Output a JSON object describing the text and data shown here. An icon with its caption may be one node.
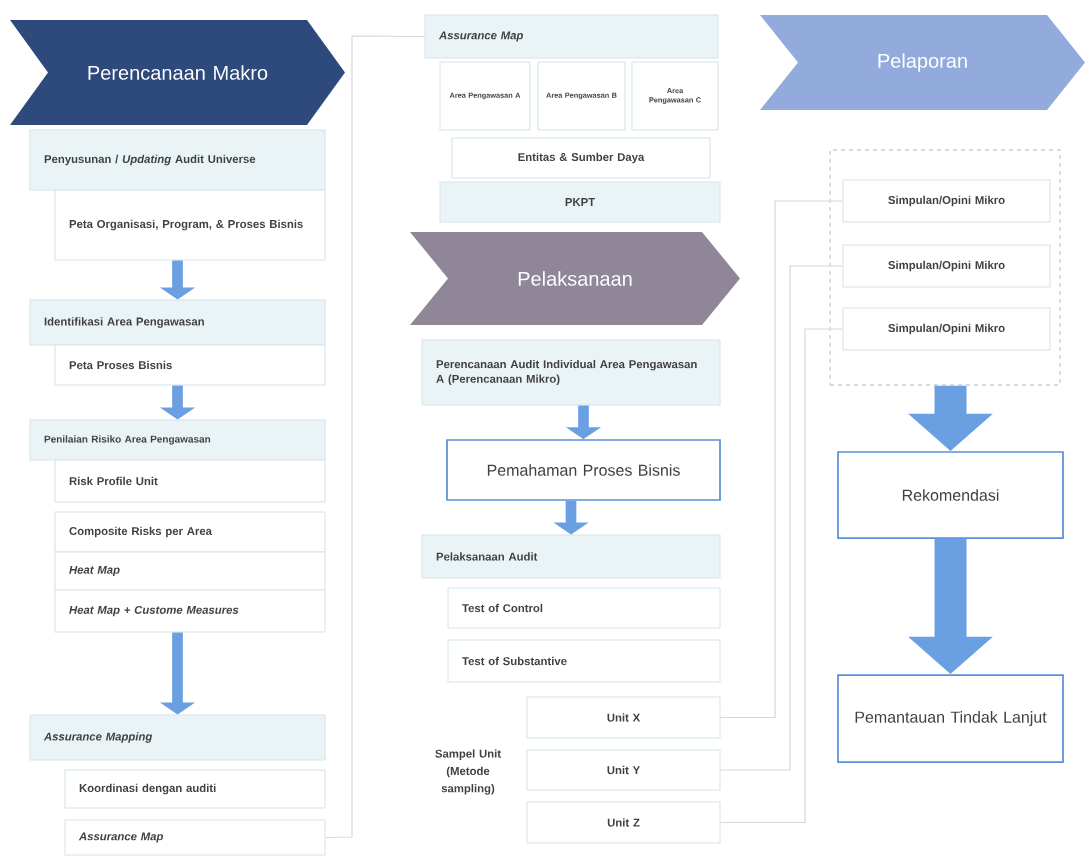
{
  "diagram": {
    "nodes": [
      {
        "text": [
          "Perencanaan Makro"
        ]
      },
      {
        "text": [
          "Penyusunan / *Updating* Audit Universe"
        ]
      },
      {
        "text": [
          "Peta Organisasi, Program, & Proses Bisnis"
        ]
      },
      {
        "text": [
          "Identifikasi Area Pengawasan"
        ]
      },
      {
        "text": [
          "Peta Proses Bisnis"
        ]
      },
      {
        "text": [
          "Penilaian Risiko Area Pengawasan"
        ]
      },
      {
        "text": [
          "Risk Profile Unit"
        ]
      },
      {
        "text": [
          "Composite Risks per Area"
        ]
      },
      {
        "text": [
          "Heat Map"
        ]
      },
      {
        "text": [
          "Heat Map + Custome Measures"
        ]
      },
      {
        "text": [
          "Assurance Mapping"
        ]
      },
      {
        "text": [
          "Koordinasi dengan auditi"
        ]
      },
      {
        "text": [
          "Assurance Map"
        ]
      },
      {
        "text": [
          "Assurance Map"
        ]
      },
      {
        "text": [
          "Area Pengawasan A"
        ]
      },
      {
        "text": [
          "Area Pengawasan B"
        ]
      },
      {
        "text": [
          "Area Pengawasan C"
        ]
      },
      {
        "text": [
          "Entitas & Sumber Daya"
        ]
      },
      {
        "text": [
          "PKPT"
        ]
      },
      {
        "text": [
          "Pelaksanaan"
        ]
      },
      {
        "text": [
          "Perencanaan Audit Individual Area Pengawasan A (Perencanaan Mikro)"
        ]
      },
      {
        "text": [
          "Pemahaman Proses Bisnis"
        ]
      },
      {
        "text": [
          "Pelaksanaan Audit"
        ]
      },
      {
        "text": [
          "Test of Control"
        ]
      },
      {
        "text": [
          "Test of Substantive"
        ]
      },
      {
        "text": [
          "Unit X"
        ]
      },
      {
        "text": [
          "Unit Y"
        ]
      },
      {
        "text": [
          "Unit Z"
        ]
      },
      {
        "text": [
          "Pelaporan"
        ]
      },
      {
        "text": [],
        "shape": "box"
      },
      {
        "text": [
          "Simpulan/Opini Mikro"
        ],
        "in": 29
      },
      {
        "text": [
          "Simpulan/Opini Mikro"
        ],
        "in": 29
      },
      {
        "text": [
          "Simpulan/Opini Mikro"
        ],
        "in": 29
      },
      {
        "text": [
          "Rekomendasi"
        ]
      },
      {
        "text": [
          "Pemantauan Tindak Lanjut"
        ]
      }
    ],
    "edges": [
      {
        "from": 2,
        "to": 3,
        "arrow": "to"
      },
      {
        "from": 4,
        "to": 5,
        "arrow": "to"
      },
      {
        "from": 9,
        "to": 10,
        "arrow": "to"
      },
      {
        "from": 20,
        "to": 21,
        "arrow": "to"
      },
      {
        "from": 21,
        "to": 22,
        "arrow": "to"
      },
      {
        "from": 29,
        "to": 33,
        "arrow": "to",
        "style": "thick"
      },
      {
        "from": 33,
        "to": 34,
        "arrow": "to",
        "style": "thick"
      },
      {
        "from": 12,
        "to": 13,
        "arrow": "none",
        "color": "#d3d8dc"
      },
      {
        "from": 25,
        "to": 30,
        "arrow": "none",
        "color": "#d3d8dc"
      },
      {
        "from": 26,
        "to": 31,
        "arrow": "none",
        "color": "#d3d8dc"
      },
      {
        "from": 27,
        "to": 32,
        "arrow": "none",
        "color": "#d3d8dc"
      }
    ],
    "labels": [
      "Sampel Unit (Metode sampling)"
    ]
  }
}
